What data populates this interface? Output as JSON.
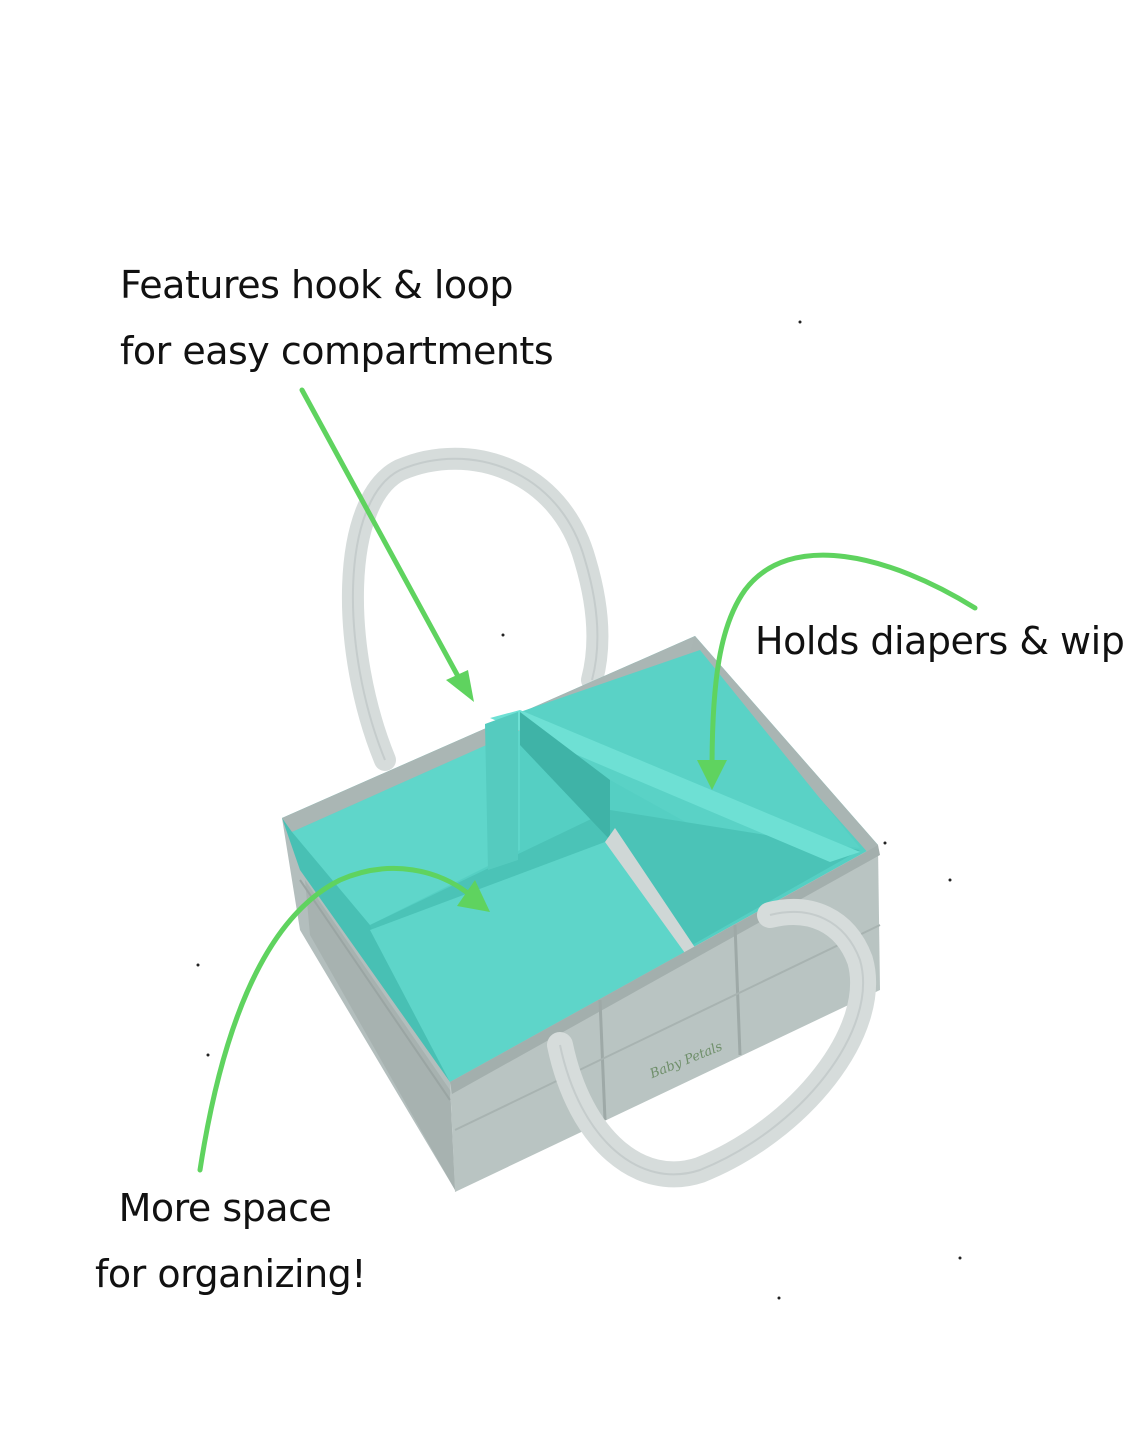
{
  "annotations": {
    "hook_loop": {
      "line1": "Features hook & loop",
      "line2": "for easy compartments"
    },
    "diapers": {
      "line1": "Holds diapers & wipes"
    },
    "space": {
      "line1": "More space",
      "line2": "for organizing!"
    }
  },
  "brand_text": "Baby Petals",
  "colors": {
    "arrow": "#5fd35f",
    "felt_teal": "#55cfc3",
    "felt_teal_dark": "#3fb9ad",
    "felt_grey": "#b7c2c0",
    "felt_grey_dark": "#9ea9a7",
    "handle": "#d6dcdb"
  },
  "icons": [
    "arrow-down-icon",
    "arrow-curved-icon",
    "arrow-curved-icon"
  ]
}
